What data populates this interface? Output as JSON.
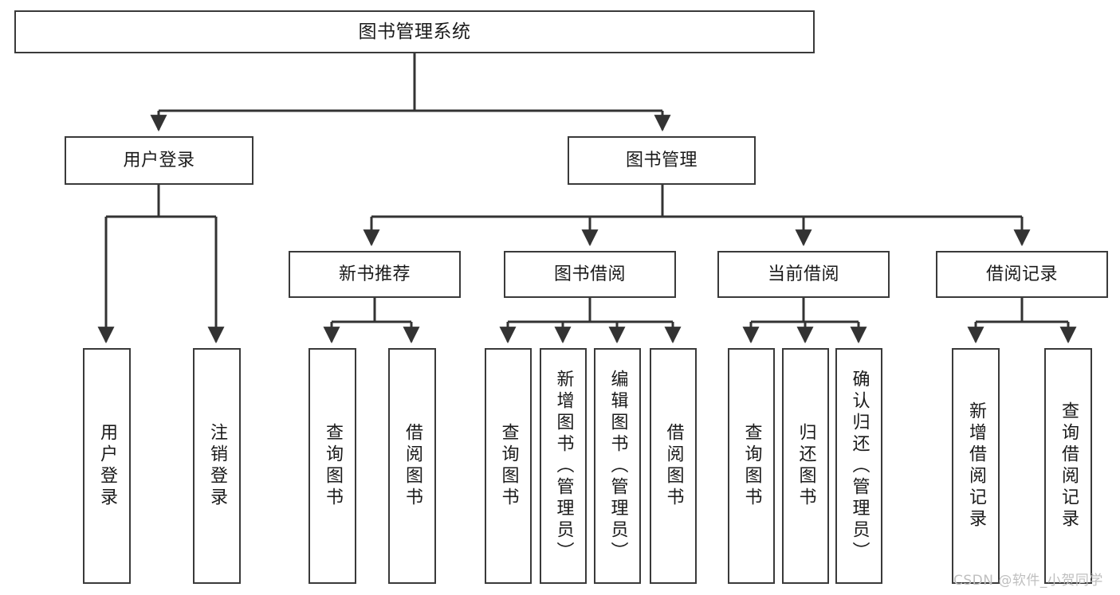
{
  "diagram": {
    "title": "图书管理系统",
    "type": "hierarchy-tree",
    "watermark": "CSDN @软件_小贺同学",
    "colors": {
      "box_border": "#3a3a3a",
      "box_fill": "#ffffff",
      "connector": "#333333",
      "text": "#1a1a1a",
      "watermark": "#bfbfbf",
      "background": "#ffffff"
    },
    "nodes": {
      "root": {
        "label": "图书管理系统",
        "level": 0,
        "orientation": "horizontal"
      },
      "l1": [
        {
          "id": "user-login",
          "label": "用户登录",
          "orientation": "horizontal"
        },
        {
          "id": "book-manage",
          "label": "图书管理",
          "orientation": "horizontal"
        }
      ],
      "l2": [
        {
          "id": "new-book-recommend",
          "label": "新书推荐",
          "orientation": "horizontal"
        },
        {
          "id": "book-borrow",
          "label": "图书借阅",
          "orientation": "horizontal"
        },
        {
          "id": "current-borrow",
          "label": "当前借阅",
          "orientation": "horizontal"
        },
        {
          "id": "borrow-record",
          "label": "借阅记录",
          "orientation": "horizontal"
        }
      ],
      "leaves": {
        "user-login": [
          {
            "id": "leaf-user-login",
            "label": "用户登录",
            "orientation": "vertical"
          },
          {
            "id": "leaf-user-logout",
            "label": "注销登录",
            "orientation": "vertical"
          }
        ],
        "new-book-recommend": [
          {
            "id": "leaf-query-book-1",
            "label": "查询图书",
            "orientation": "vertical"
          },
          {
            "id": "leaf-borrow-book-1",
            "label": "借阅图书",
            "orientation": "vertical"
          }
        ],
        "book-borrow": [
          {
            "id": "leaf-query-book-2",
            "label": "查询图书",
            "orientation": "vertical"
          },
          {
            "id": "leaf-add-book",
            "label": "新增图书（管理员）",
            "orientation": "vertical"
          },
          {
            "id": "leaf-edit-book",
            "label": "编辑图书（管理员）",
            "orientation": "vertical"
          },
          {
            "id": "leaf-borrow-book-2",
            "label": "借阅图书",
            "orientation": "vertical"
          }
        ],
        "current-borrow": [
          {
            "id": "leaf-query-book-3",
            "label": "查询图书",
            "orientation": "vertical"
          },
          {
            "id": "leaf-return-book",
            "label": "归还图书",
            "orientation": "vertical"
          },
          {
            "id": "leaf-confirm-return",
            "label": "确认归还（管理员）",
            "orientation": "vertical"
          }
        ],
        "borrow-record": [
          {
            "id": "leaf-add-record",
            "label": "新增借阅记录",
            "orientation": "vertical"
          },
          {
            "id": "leaf-query-record",
            "label": "查询借阅记录",
            "orientation": "vertical"
          }
        ]
      }
    }
  }
}
